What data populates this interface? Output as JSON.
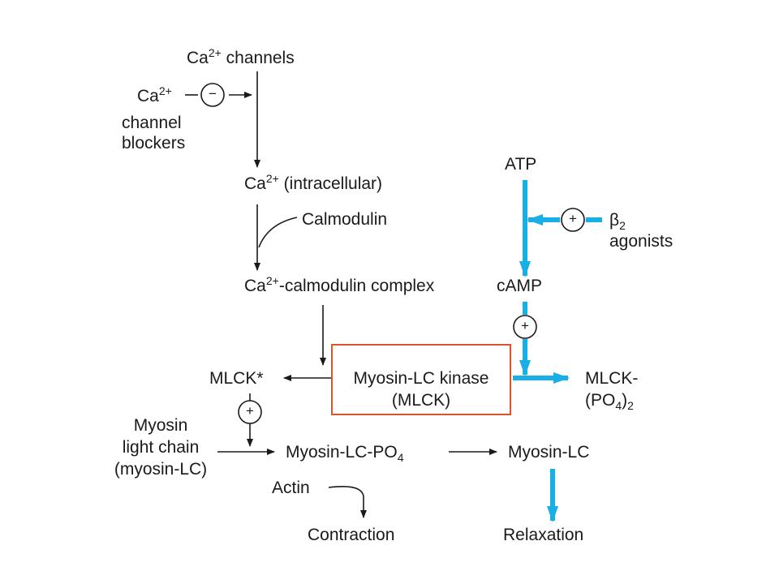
{
  "nodes": {
    "ca_channels": {
      "main": "Ca",
      "sup": "2+",
      "tail": " channels"
    },
    "blocker_ion": {
      "main": "Ca",
      "sup": "2+"
    },
    "blockers_text": [
      "channel",
      "blockers"
    ],
    "ca_intracellular": {
      "main": "Ca",
      "sup": "2+",
      "tail": " (intracellular)"
    },
    "calmodulin": "Calmodulin",
    "ca_calmodulin_complex": {
      "main": "Ca",
      "sup": "2+",
      "tail": "-calmodulin complex"
    },
    "camp": "cAMP",
    "atp": "ATP",
    "beta2": {
      "symbol": "β",
      "sub": "2",
      "line2": "agonists"
    },
    "mlck_star": "MLCK*",
    "mlck_main": [
      "Myosin-LC kinase",
      "(MLCK)"
    ],
    "mlck_po4": {
      "line1": "MLCK-",
      "open": "(PO",
      "sub4": "4",
      "close": ")",
      "sub2": "2"
    },
    "myosin_light_chain": [
      "Myosin",
      "light chain",
      "(myosin-LC)"
    ],
    "myosin_lc_po4": {
      "main": "Myosin-LC-PO",
      "sub": "4"
    },
    "myosin_lc": "Myosin-LC",
    "actin": "Actin",
    "contraction": "Contraction",
    "relaxation": "Relaxation"
  },
  "symbols": {
    "inhibit": "−",
    "stimulate": "+"
  },
  "colors": {
    "pathway": "#1a1a1a",
    "highlight_pathway": "#19aee6",
    "highlight_box": "#d9532b"
  }
}
